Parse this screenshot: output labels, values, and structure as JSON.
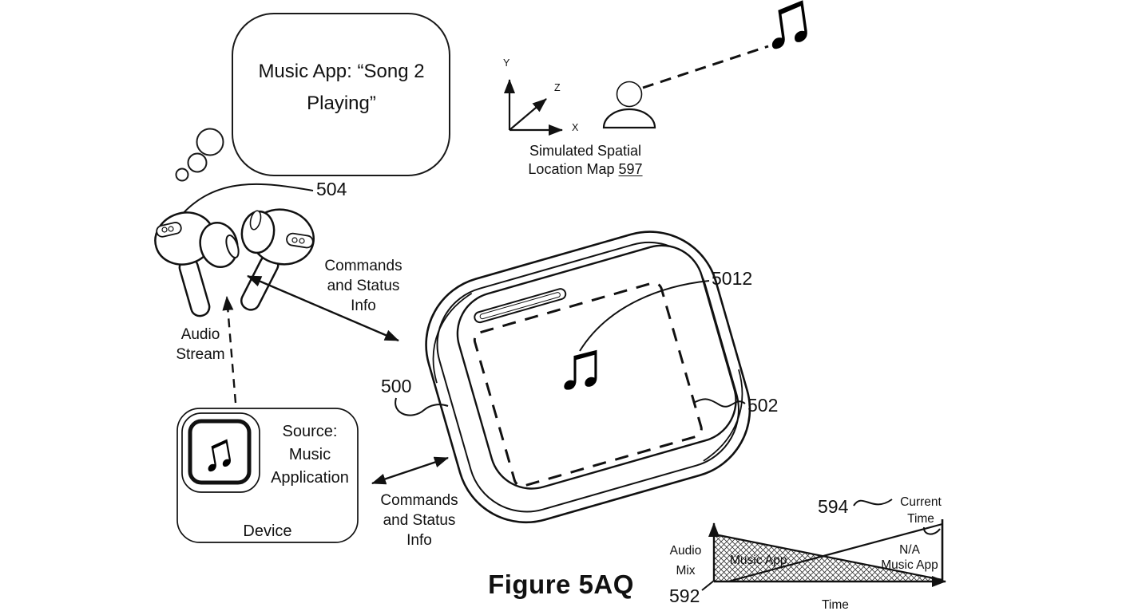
{
  "figure_title": "Figure 5AQ",
  "icons": {
    "beamed_note": "♫"
  },
  "thought_bubble": {
    "line1": "Music App: “Song 2",
    "line2": "Playing”"
  },
  "refs": {
    "earbuds": "504",
    "case": "500",
    "display_region": "502",
    "note": "5012",
    "graph": "592",
    "current_time": "594"
  },
  "spatial_map": {
    "caption_line1": "Simulated Spatial",
    "caption_line2": "Location Map",
    "ref": "597",
    "axis_x": "X",
    "axis_y": "Y",
    "axis_z": "Z"
  },
  "arrows": {
    "earbuds_case": {
      "line1": "Commands",
      "line2": "and Status",
      "line3": "Info"
    },
    "device_case": {
      "line1": "Commands",
      "line2": "and Status",
      "line3": "Info"
    },
    "audio_stream": {
      "line1": "Audio",
      "line2": "Stream"
    }
  },
  "device": {
    "source_line1": "Source:",
    "source_line2": "Music",
    "source_line3": "Application",
    "label": "Device"
  },
  "graph": {
    "y1": "Audio",
    "y2": "Mix",
    "x": "Time",
    "area": "Music App",
    "na1": "N/A",
    "na2": "Music App",
    "cur1": "Current",
    "cur2": "Time"
  },
  "chart_data": {
    "type": "area",
    "title": "Audio Mix over Time (crossfade)",
    "xlabel": "Time",
    "ylabel": "Audio Mix",
    "grid": false,
    "legend": "inline labels",
    "series": [
      {
        "name": "Music App",
        "style": "hatched area, decreasing",
        "x_norm": [
          0,
          1
        ],
        "values_norm": [
          0.72,
          0.0
        ]
      },
      {
        "name": "N/A Music App",
        "style": "solid line, increasing",
        "x_norm": [
          0.06,
          1
        ],
        "values_norm": [
          0.0,
          0.9
        ]
      }
    ],
    "annotations": [
      {
        "label": "Current Time",
        "ref": "594",
        "position": "vertical line at right edge"
      },
      {
        "ref": "592",
        "position": "graph origin"
      }
    ]
  }
}
